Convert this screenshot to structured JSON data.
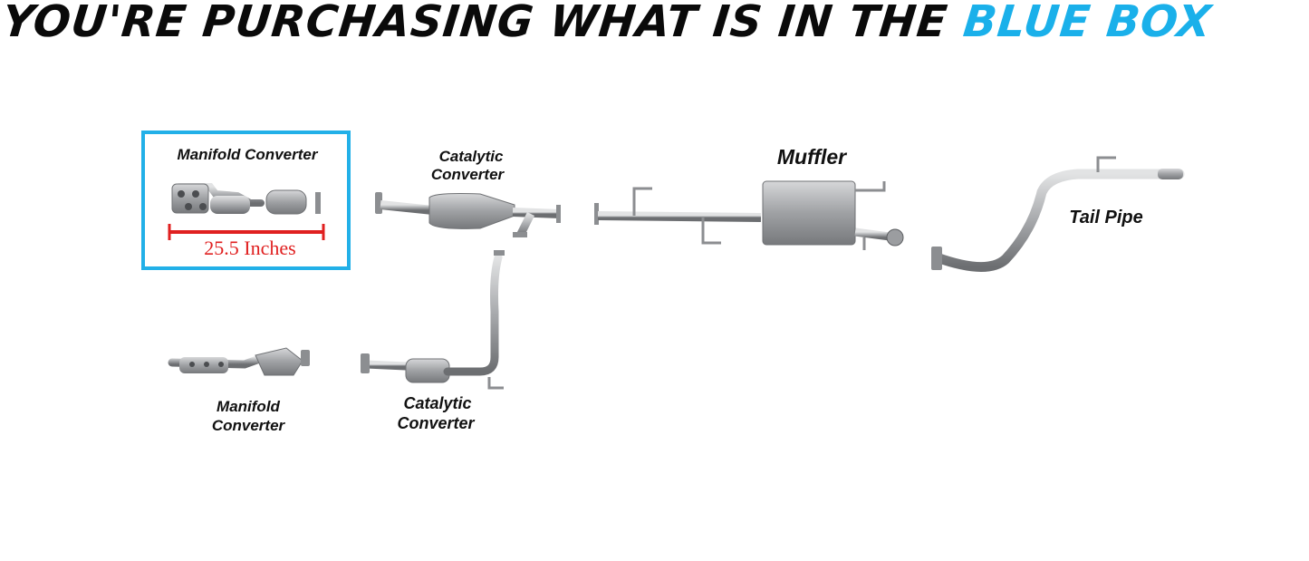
{
  "headline": {
    "text_main": "YOU'RE PURCHASING WHAT IS IN THE ",
    "text_accent": "BLUE BOX"
  },
  "colors": {
    "accent_blue": "#1ab0ea",
    "box_border": "#22b0e8",
    "measure_red": "#e02020",
    "part_gray": "#a9abae"
  },
  "selected_part": {
    "label": "Manifold Converter",
    "measurement": "25.5 Inches"
  },
  "parts": {
    "upper_catalytic_l1": "Catalytic",
    "upper_catalytic_l2": "Converter",
    "muffler": "Muffler",
    "tail_pipe": "Tail Pipe",
    "lower_manifold_l1": "Manifold",
    "lower_manifold_l2": "Converter",
    "lower_catalytic_l1": "Catalytic",
    "lower_catalytic_l2": "Converter"
  }
}
